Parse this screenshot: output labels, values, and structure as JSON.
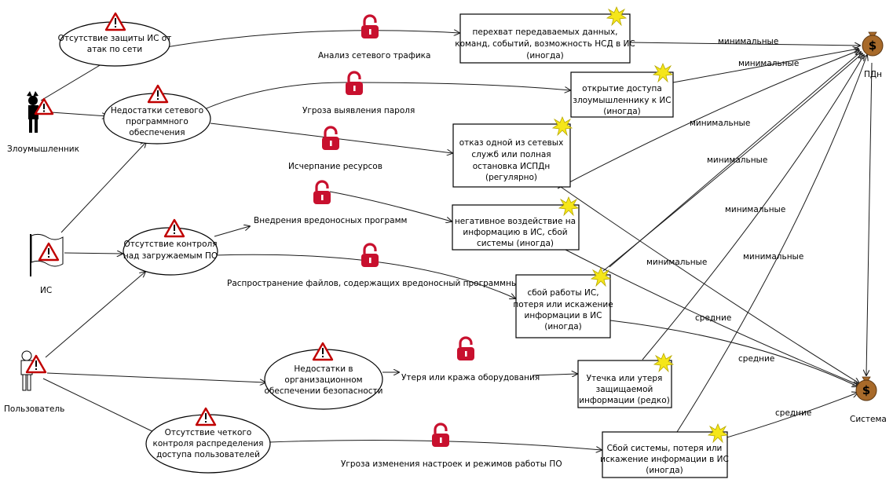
{
  "actors": {
    "attacker": "Злоумышленник",
    "system": "ИС",
    "user": "Пользователь"
  },
  "vulnerabilities": {
    "v1": [
      "Отсутствие защиты ИС от",
      "атак по сети"
    ],
    "v2": [
      "Недостатки сетевого",
      "программного",
      "обеспечения"
    ],
    "v3": [
      "Отсутствие контроля",
      "над загружаемым ПО"
    ],
    "v4": [
      "Недостатки в",
      "организационном",
      "обеспечении безопасности"
    ],
    "v5": [
      "Отсутствие четкого",
      "контроля распределения",
      "доступа пользователей"
    ]
  },
  "threats": {
    "t1": "Анализ сетевого трафика",
    "t2": "Угроза выявления пароля",
    "t3": "Исчерпание ресурсов",
    "t4": "Внедрения вредоносных программ",
    "t5": "Распространение файлов, содержащих вредоносный программный код",
    "t6": "Утеря или кража оборудования",
    "t7": "Угроза изменения настроек и режимов работы ПО"
  },
  "consequences": {
    "c1": [
      "перехват передаваемых данных,",
      "команд, событий, возможность НСД в ИС",
      "(иногда)"
    ],
    "c2": [
      "открытие доступа",
      "злоумышленнику к ИС",
      "(иногда)"
    ],
    "c3": [
      "отказ одной из сетевых",
      "служб или полная",
      "остановка ИСПДн",
      "(регулярно)"
    ],
    "c4": [
      "негативное воздействие на",
      "информацию в ИС, сбой",
      "системы (иногда)"
    ],
    "c5": [
      "сбой работы ИС,",
      "потеря или искажение",
      "информации в ИС",
      "(иногда)"
    ],
    "c6": [
      "Утечка или утеря",
      "защищаемой",
      "информации (редко)"
    ],
    "c7": [
      "Сбой системы, потеря или",
      "искажение информации в ИС",
      "(иногда)"
    ]
  },
  "assets": {
    "pdn": "ПДн",
    "system": "Система"
  },
  "edge_labels": {
    "e1": "минимальные",
    "e2": "минимальные",
    "e3": "минимальные",
    "e4": "минимальные",
    "e5": "минимальные",
    "e6": "минимальные",
    "e7": "минимальные",
    "e8": "средние",
    "e9": "средние",
    "e10": "средние"
  },
  "icons": {
    "warning": "warning-triangle-icon",
    "lock": "unlocked-padlock-icon",
    "flash": "explosion-icon",
    "money": "money-bag-icon",
    "money_symbol": "$"
  },
  "colors": {
    "warning_red": "#c00000",
    "lock_red": "#c8102e",
    "flash_yellow": "#f5e61a",
    "money_bag": "#a86a2a"
  }
}
